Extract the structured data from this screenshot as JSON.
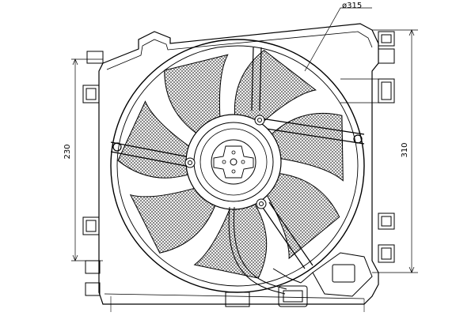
{
  "dimensions": {
    "fan_diameter": "ø315",
    "frame_height": "230",
    "overall_height": "310"
  },
  "colors": {
    "line": "#000000",
    "hatch": "#555555",
    "background": "#ffffff"
  },
  "parts": {
    "blade_count": 7
  }
}
